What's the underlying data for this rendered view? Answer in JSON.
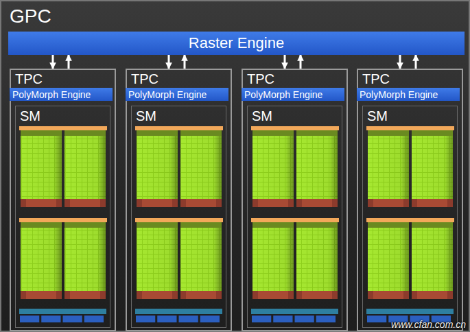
{
  "diagram": {
    "nodes": [
      {
        "text": [
          "GPC"
        ]
      },
      {
        "text": [
          "Raster Engine"
        ],
        "in": 0
      },
      {
        "text": [
          "TPC"
        ],
        "in": 0
      },
      {
        "text": [
          "PolyMorph Engine"
        ],
        "in": 2
      },
      {
        "text": [
          "SM"
        ],
        "in": 2
      },
      {
        "text": [
          "TPC"
        ],
        "in": 0
      },
      {
        "text": [
          "PolyMorph Engine"
        ],
        "in": 5
      },
      {
        "text": [
          "SM"
        ],
        "in": 5
      },
      {
        "text": [
          "TPC"
        ],
        "in": 0
      },
      {
        "text": [
          "PolyMorph Engine"
        ],
        "in": 8
      },
      {
        "text": [
          "SM"
        ],
        "in": 8
      },
      {
        "text": [
          "TPC"
        ],
        "in": 0
      },
      {
        "text": [
          "PolyMorph Engine"
        ],
        "in": 11
      },
      {
        "text": [
          "SM"
        ],
        "in": 11
      }
    ],
    "edges": [
      {
        "from": 1,
        "to": 2,
        "arrow": "to"
      },
      {
        "from": 2,
        "to": 1,
        "arrow": "to"
      },
      {
        "from": 1,
        "to": 5,
        "arrow": "to"
      },
      {
        "from": 5,
        "to": 1,
        "arrow": "to"
      },
      {
        "from": 1,
        "to": 8,
        "arrow": "to"
      },
      {
        "from": 8,
        "to": 1,
        "arrow": "to"
      },
      {
        "from": 1,
        "to": 11,
        "arrow": "to"
      },
      {
        "from": 11,
        "to": 1,
        "arrow": "to"
      }
    ],
    "labels": [
      "www.cfan.com.cn"
    ]
  }
}
